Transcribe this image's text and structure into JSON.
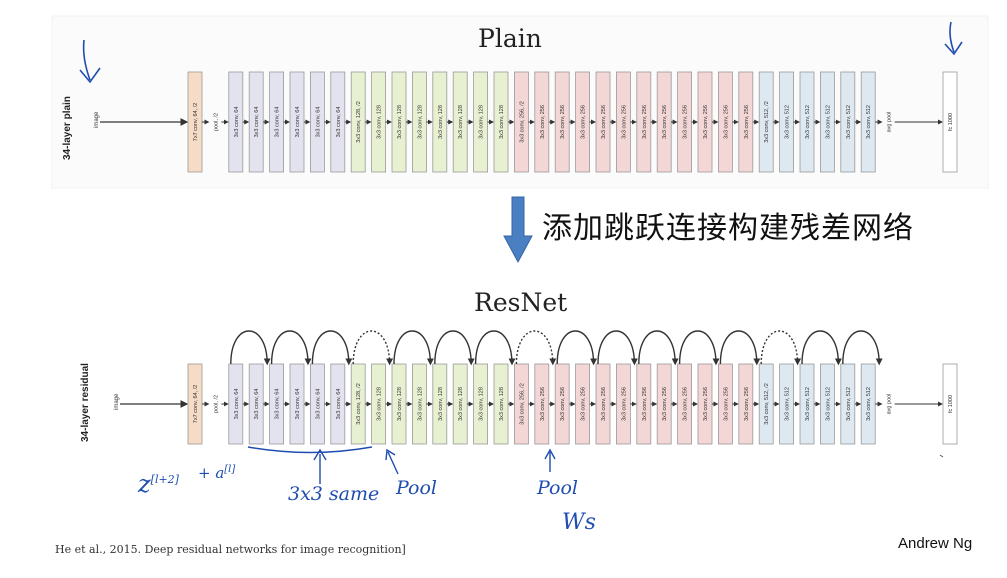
{
  "titles": {
    "plain": "Plain",
    "resnet": "ResNet"
  },
  "annotation": "添加跳跃连接构建残差网络",
  "citation": "He et al., 2015. Deep residual networks for image recognition]",
  "author": "Andrew Ng",
  "networks": {
    "plain": {
      "side_label": "34-layer plain",
      "input_label": "image"
    },
    "residual": {
      "side_label": "34-layer residual",
      "input_label": "image"
    }
  },
  "handwritten": {
    "z_term": "z",
    "z_sup": "[l+2]",
    "a_term": "+ a",
    "a_sup": "[l]",
    "same": "3x3 same",
    "pool1": "Pool",
    "pool2": "Pool",
    "ws": "Ws"
  },
  "blocks": [
    {
      "label": "7x7 conv, 64, /2",
      "group": "stem"
    },
    {
      "label": "pool, /2",
      "group": "none"
    },
    {
      "label": "3x3 conv, 64",
      "group": "g64"
    },
    {
      "label": "3x3 conv, 64",
      "group": "g64"
    },
    {
      "label": "3x3 conv, 64",
      "group": "g64"
    },
    {
      "label": "3x3 conv, 64",
      "group": "g64"
    },
    {
      "label": "3x3 conv, 64",
      "group": "g64"
    },
    {
      "label": "3x3 conv, 64",
      "group": "g64"
    },
    {
      "label": "3x3 conv, 128, /2",
      "group": "g128"
    },
    {
      "label": "3x3 conv, 128",
      "group": "g128"
    },
    {
      "label": "3x3 conv, 128",
      "group": "g128"
    },
    {
      "label": "3x3 conv, 128",
      "group": "g128"
    },
    {
      "label": "3x3 conv, 128",
      "group": "g128"
    },
    {
      "label": "3x3 conv, 128",
      "group": "g128"
    },
    {
      "label": "3x3 conv, 128",
      "group": "g128"
    },
    {
      "label": "3x3 conv, 128",
      "group": "g128"
    },
    {
      "label": "3x3 conv, 256, /2",
      "group": "g256"
    },
    {
      "label": "3x3 conv, 256",
      "group": "g256"
    },
    {
      "label": "3x3 conv, 256",
      "group": "g256"
    },
    {
      "label": "3x3 conv, 256",
      "group": "g256"
    },
    {
      "label": "3x3 conv, 256",
      "group": "g256"
    },
    {
      "label": "3x3 conv, 256",
      "group": "g256"
    },
    {
      "label": "3x3 conv, 256",
      "group": "g256"
    },
    {
      "label": "3x3 conv, 256",
      "group": "g256"
    },
    {
      "label": "3x3 conv, 256",
      "group": "g256"
    },
    {
      "label": "3x3 conv, 256",
      "group": "g256"
    },
    {
      "label": "3x3 conv, 256",
      "group": "g256"
    },
    {
      "label": "3x3 conv, 256",
      "group": "g256"
    },
    {
      "label": "3x3 conv, 512, /2",
      "group": "g512"
    },
    {
      "label": "3x3 conv, 512",
      "group": "g512"
    },
    {
      "label": "3x3 conv, 512",
      "group": "g512"
    },
    {
      "label": "3x3 conv, 512",
      "group": "g512"
    },
    {
      "label": "3x3 conv, 512",
      "group": "g512"
    },
    {
      "label": "3x3 conv, 512",
      "group": "g512"
    },
    {
      "label": "avg pool",
      "group": "none"
    },
    {
      "label": "fc 1000",
      "group": "fc"
    }
  ],
  "colors": {
    "stem": "#f6dcc6",
    "g64": "#e3e3f0",
    "g128": "#e8f0d2",
    "g256": "#f3d6d6",
    "g512": "#dde8f1",
    "fc": "#ffffff",
    "arrow": "#4a7fc1",
    "ink": "#1f4db0",
    "block_border": "#9a9a9a"
  }
}
